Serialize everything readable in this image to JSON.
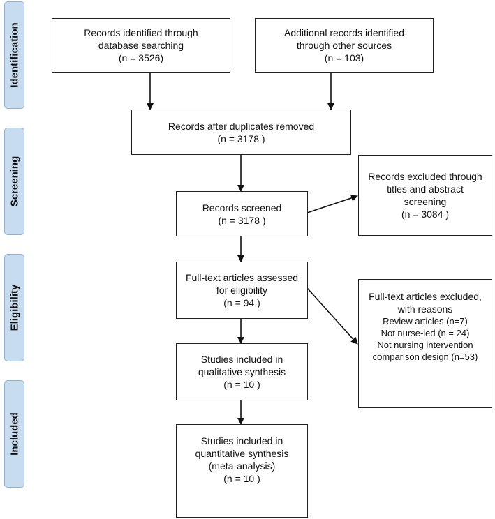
{
  "phases": {
    "identification": "Identification",
    "screening": "Screening",
    "eligibility": "Eligibility",
    "included": "Included"
  },
  "boxes": {
    "db_search": {
      "lines": [
        "Records identified through",
        "database searching",
        "(n =  3526)"
      ]
    },
    "other_sources": {
      "lines": [
        "Additional records identified",
        "through other sources",
        "(n = 103)"
      ]
    },
    "after_duplicates": {
      "lines": [
        "Records after duplicates removed",
        "(n = 3178 )"
      ]
    },
    "screened": {
      "lines": [
        "Records screened",
        "(n = 3178 )"
      ]
    },
    "excluded_screening": {
      "lines": [
        "Records excluded through",
        "titles and abstract",
        "screening",
        "(n = 3084 )"
      ]
    },
    "fulltext_assessed": {
      "lines": [
        "Full-text articles assessed",
        "for eligibility",
        "(n = 94 )"
      ]
    },
    "fulltext_excluded": {
      "lines": [
        "Full-text articles excluded,",
        "with reasons",
        "Review articles (n=7)",
        "Not nurse-led (n = 24)",
        "Not nursing intervention",
        "comparison design (n=53)"
      ]
    },
    "qualitative": {
      "lines": [
        "Studies included in",
        "qualitative synthesis",
        "(n = 10 )"
      ]
    },
    "quantitative": {
      "lines": [
        "Studies included in",
        "quantitative synthesis",
        "(meta-analysis)",
        "(n = 10  )"
      ]
    }
  }
}
